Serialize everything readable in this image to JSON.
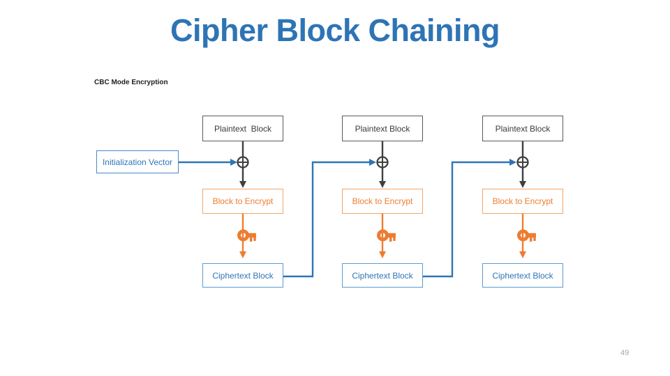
{
  "slide": {
    "title": "Cipher Block Chaining",
    "page_number": "49"
  },
  "diagram": {
    "caption": "CBC Mode Encryption",
    "iv": {
      "label": "Initialization Vector"
    },
    "columns": [
      {
        "plaintext_label": "Plaintext  Block",
        "encrypt_label": "Block to Encrypt",
        "ciphertext_label": "Ciphertext Block"
      },
      {
        "plaintext_label": "Plaintext Block",
        "encrypt_label": "Block to Encrypt",
        "ciphertext_label": "Ciphertext Block"
      },
      {
        "plaintext_label": "Plaintext Block",
        "encrypt_label": "Block to Encrypt",
        "ciphertext_label": "Ciphertext Block"
      }
    ],
    "icons": {
      "xor": "xor-circle-plus",
      "key": "encryption-key"
    },
    "colors": {
      "title_blue": "#2E74B5",
      "blue_text": "#2E75B6",
      "blue_border": "#5B9BD5",
      "chain_blue": "#2E75B6",
      "orange_text": "#ED7D31",
      "orange_border": "#F2A667",
      "orange_accent": "#ED7D31",
      "gray_border": "#595959",
      "dark_arrow": "#404040",
      "plaintext_text": "#3B3B3B",
      "page_gray": "#A6A6A6"
    }
  }
}
